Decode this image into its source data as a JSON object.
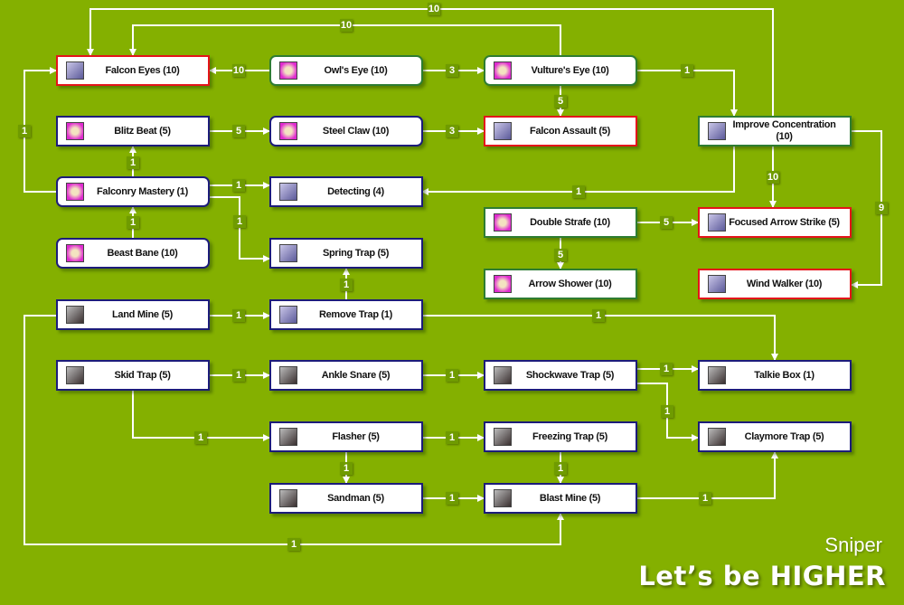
{
  "nodes": [
    {
      "id": "falcon-eyes",
      "name": "Falcon Eyes (10)",
      "border": "red",
      "icon": "falcon-eyes-icon"
    },
    {
      "id": "owls-eye",
      "name": "Owl's Eye (10)",
      "border": "green",
      "icon": "owls-eye-icon"
    },
    {
      "id": "vultures-eye",
      "name": "Vulture's Eye (10)",
      "border": "green",
      "icon": "vultures-eye-icon"
    },
    {
      "id": "blitz-beat",
      "name": "Blitz Beat (5)",
      "border": "navy",
      "icon": "blitz-beat-icon"
    },
    {
      "id": "steel-claw",
      "name": "Steel Claw (10)",
      "border": "navy",
      "icon": "steel-claw-icon"
    },
    {
      "id": "falcon-assault",
      "name": "Falcon Assault (5)",
      "border": "red",
      "icon": "falcon-assault-icon"
    },
    {
      "id": "improve-concentration",
      "name": "Improve Concentration (10)",
      "border": "green",
      "icon": "improve-concentration-icon"
    },
    {
      "id": "falconry-mastery",
      "name": "Falconry Mastery (1)",
      "border": "navy",
      "icon": "falconry-mastery-icon"
    },
    {
      "id": "detecting",
      "name": "Detecting (4)",
      "border": "navy",
      "icon": "detecting-icon"
    },
    {
      "id": "double-strafe",
      "name": "Double Strafe (10)",
      "border": "green",
      "icon": "double-strafe-icon"
    },
    {
      "id": "focused-arrow-strike",
      "name": "Focused Arrow Strike (5)",
      "border": "red",
      "icon": "focused-arrow-strike-icon"
    },
    {
      "id": "beast-bane",
      "name": "Beast Bane (10)",
      "border": "navy",
      "icon": "beast-bane-icon"
    },
    {
      "id": "spring-trap",
      "name": "Spring Trap (5)",
      "border": "navy",
      "icon": "spring-trap-icon"
    },
    {
      "id": "arrow-shower",
      "name": "Arrow Shower (10)",
      "border": "green",
      "icon": "arrow-shower-icon"
    },
    {
      "id": "wind-walker",
      "name": "Wind Walker (10)",
      "border": "red",
      "icon": "wind-walker-icon"
    },
    {
      "id": "land-mine",
      "name": "Land Mine (5)",
      "border": "navy",
      "icon": "land-mine-icon"
    },
    {
      "id": "remove-trap",
      "name": "Remove Trap (1)",
      "border": "navy",
      "icon": "remove-trap-icon"
    },
    {
      "id": "skid-trap",
      "name": "Skid Trap (5)",
      "border": "navy",
      "icon": "skid-trap-icon"
    },
    {
      "id": "ankle-snare",
      "name": "Ankle Snare (5)",
      "border": "navy",
      "icon": "ankle-snare-icon"
    },
    {
      "id": "shockwave-trap",
      "name": "Shockwave Trap (5)",
      "border": "navy",
      "icon": "shockwave-trap-icon"
    },
    {
      "id": "talkie-box",
      "name": "Talkie Box (1)",
      "border": "navy",
      "icon": "talkie-box-icon"
    },
    {
      "id": "flasher",
      "name": "Flasher (5)",
      "border": "navy",
      "icon": "flasher-icon"
    },
    {
      "id": "freezing-trap",
      "name": "Freezing Trap (5)",
      "border": "navy",
      "icon": "freezing-trap-icon"
    },
    {
      "id": "claymore-trap",
      "name": "Claymore Trap (5)",
      "border": "navy",
      "icon": "claymore-trap-icon"
    },
    {
      "id": "sandman",
      "name": "Sandman (5)",
      "border": "navy",
      "icon": "sandman-icon"
    },
    {
      "id": "blast-mine",
      "name": "Blast Mine (5)",
      "border": "navy",
      "icon": "blast-mine-icon"
    }
  ],
  "edges": [
    {
      "from": "improve-concentration",
      "to": "falcon-eyes",
      "label": "10"
    },
    {
      "from": "vultures-eye",
      "to": "falcon-eyes",
      "label": "10"
    },
    {
      "from": "owls-eye",
      "to": "falcon-eyes",
      "label": "10"
    },
    {
      "from": "owls-eye",
      "to": "vultures-eye",
      "label": "3"
    },
    {
      "from": "vultures-eye",
      "to": "improve-concentration",
      "label": "1"
    },
    {
      "from": "vultures-eye",
      "to": "falcon-assault",
      "label": "5"
    },
    {
      "from": "steel-claw",
      "to": "falcon-assault",
      "label": "3"
    },
    {
      "from": "blitz-beat",
      "to": "steel-claw",
      "label": "5"
    },
    {
      "from": "falconry-mastery",
      "to": "blitz-beat",
      "label": "1"
    },
    {
      "from": "falconry-mastery",
      "to": "falcon-eyes",
      "label": "1"
    },
    {
      "from": "falconry-mastery",
      "to": "detecting",
      "label": "1"
    },
    {
      "from": "falconry-mastery",
      "to": "spring-trap",
      "label": "1"
    },
    {
      "from": "improve-concentration",
      "to": "detecting",
      "label": "1"
    },
    {
      "from": "improve-concentration",
      "to": "focused-arrow-strike",
      "label": "10"
    },
    {
      "from": "improve-concentration",
      "to": "wind-walker",
      "label": "9"
    },
    {
      "from": "double-strafe",
      "to": "focused-arrow-strike",
      "label": "5"
    },
    {
      "from": "double-strafe",
      "to": "arrow-shower",
      "label": "5"
    },
    {
      "from": "beast-bane",
      "to": "falconry-mastery",
      "label": "1"
    },
    {
      "from": "land-mine",
      "to": "remove-trap",
      "label": "1"
    },
    {
      "from": "remove-trap",
      "to": "spring-trap",
      "label": "1"
    },
    {
      "from": "remove-trap",
      "to": "talkie-box",
      "label": "1"
    },
    {
      "from": "land-mine",
      "to": "blast-mine",
      "label": "1"
    },
    {
      "from": "skid-trap",
      "to": "ankle-snare",
      "label": "1"
    },
    {
      "from": "skid-trap",
      "to": "flasher",
      "label": "1"
    },
    {
      "from": "ankle-snare",
      "to": "shockwave-trap",
      "label": "1"
    },
    {
      "from": "shockwave-trap",
      "to": "talkie-box",
      "label": "1"
    },
    {
      "from": "shockwave-trap",
      "to": "claymore-trap",
      "label": "1"
    },
    {
      "from": "flasher",
      "to": "freezing-trap",
      "label": "1"
    },
    {
      "from": "flasher",
      "to": "sandman",
      "label": "1"
    },
    {
      "from": "freezing-trap",
      "to": "blast-mine",
      "label": "1"
    },
    {
      "from": "sandman",
      "to": "blast-mine",
      "label": "1"
    },
    {
      "from": "blast-mine",
      "to": "claymore-trap",
      "label": "1"
    }
  ],
  "footer": {
    "job": "Sniper",
    "slogan": "Let’s be HIGHER"
  },
  "colors": {
    "background": "#84b000",
    "quest_skill": "#e4141a",
    "archer_skill": "#2e7d32",
    "hunter_skill": "#1c1c7a"
  }
}
